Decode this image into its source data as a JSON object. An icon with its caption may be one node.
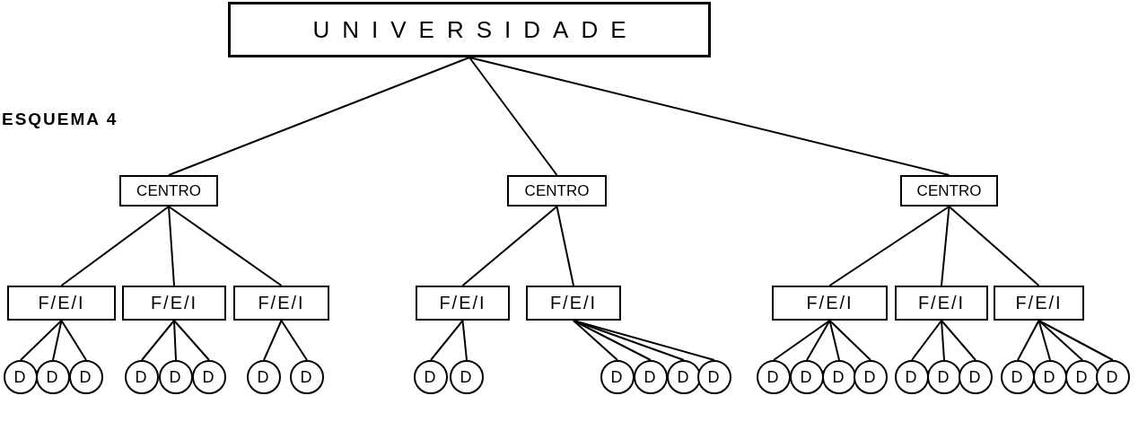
{
  "diagram": {
    "title": "ESQUEMA 4",
    "nodes": [
      {
        "text": [
          "UNIVERSIDADE"
        ]
      },
      {
        "text": [
          "CENTRO"
        ]
      },
      {
        "text": [
          "CENTRO"
        ]
      },
      {
        "text": [
          "CENTRO"
        ]
      },
      {
        "text": [
          "F/E/I"
        ]
      },
      {
        "text": [
          "F/E/I"
        ]
      },
      {
        "text": [
          "F/E/I"
        ]
      },
      {
        "text": [
          "F/E/I"
        ]
      },
      {
        "text": [
          "F/E/I"
        ]
      },
      {
        "text": [
          "F/E/I"
        ]
      },
      {
        "text": [
          "F/E/I"
        ]
      },
      {
        "text": [
          "F/E/I"
        ]
      },
      {
        "text": [
          "D"
        ]
      },
      {
        "text": [
          "D"
        ]
      },
      {
        "text": [
          "D"
        ]
      },
      {
        "text": [
          "D"
        ]
      },
      {
        "text": [
          "D"
        ]
      },
      {
        "text": [
          "D"
        ]
      },
      {
        "text": [
          "D"
        ]
      },
      {
        "text": [
          "D"
        ]
      },
      {
        "text": [
          "D"
        ]
      },
      {
        "text": [
          "D"
        ]
      },
      {
        "text": [
          "D"
        ]
      },
      {
        "text": [
          "D"
        ]
      },
      {
        "text": [
          "D"
        ]
      },
      {
        "text": [
          "D"
        ]
      },
      {
        "text": [
          "D"
        ]
      },
      {
        "text": [
          "D"
        ]
      },
      {
        "text": [
          "D"
        ]
      },
      {
        "text": [
          "D"
        ]
      },
      {
        "text": [
          "D"
        ]
      },
      {
        "text": [
          "D"
        ]
      },
      {
        "text": [
          "D"
        ]
      },
      {
        "text": [
          "D"
        ]
      },
      {
        "text": [
          "D"
        ]
      },
      {
        "text": [
          "D"
        ]
      },
      {
        "text": [
          "D"
        ]
      }
    ],
    "edges": [
      {
        "from": 0,
        "to": 1,
        "arrow": "none"
      },
      {
        "from": 0,
        "to": 2,
        "arrow": "none"
      },
      {
        "from": 0,
        "to": 3,
        "arrow": "none"
      },
      {
        "from": 1,
        "to": 4,
        "arrow": "none"
      },
      {
        "from": 1,
        "to": 5,
        "arrow": "none"
      },
      {
        "from": 1,
        "to": 6,
        "arrow": "none"
      },
      {
        "from": 2,
        "to": 7,
        "arrow": "none"
      },
      {
        "from": 2,
        "to": 8,
        "arrow": "none"
      },
      {
        "from": 3,
        "to": 9,
        "arrow": "none"
      },
      {
        "from": 3,
        "to": 10,
        "arrow": "none"
      },
      {
        "from": 3,
        "to": 11,
        "arrow": "none"
      },
      {
        "from": 4,
        "to": 12,
        "arrow": "none"
      },
      {
        "from": 4,
        "to": 13,
        "arrow": "none"
      },
      {
        "from": 4,
        "to": 14,
        "arrow": "none"
      },
      {
        "from": 5,
        "to": 15,
        "arrow": "none"
      },
      {
        "from": 5,
        "to": 16,
        "arrow": "none"
      },
      {
        "from": 5,
        "to": 17,
        "arrow": "none"
      },
      {
        "from": 6,
        "to": 18,
        "arrow": "none"
      },
      {
        "from": 6,
        "to": 19,
        "arrow": "none"
      },
      {
        "from": 7,
        "to": 20,
        "arrow": "none"
      },
      {
        "from": 7,
        "to": 21,
        "arrow": "none"
      },
      {
        "from": 8,
        "to": 22,
        "arrow": "none"
      },
      {
        "from": 8,
        "to": 23,
        "arrow": "none"
      },
      {
        "from": 8,
        "to": 24,
        "arrow": "none"
      },
      {
        "from": 8,
        "to": 25,
        "arrow": "none"
      },
      {
        "from": 9,
        "to": 26,
        "arrow": "none"
      },
      {
        "from": 9,
        "to": 27,
        "arrow": "none"
      },
      {
        "from": 9,
        "to": 28,
        "arrow": "none"
      },
      {
        "from": 9,
        "to": 29,
        "arrow": "none"
      },
      {
        "from": 10,
        "to": 30,
        "arrow": "none"
      },
      {
        "from": 10,
        "to": 31,
        "arrow": "none"
      },
      {
        "from": 10,
        "to": 32,
        "arrow": "none"
      },
      {
        "from": 11,
        "to": 33,
        "arrow": "none"
      },
      {
        "from": 11,
        "to": 34,
        "arrow": "none"
      },
      {
        "from": 11,
        "to": 35,
        "arrow": "none"
      },
      {
        "from": 11,
        "to": 36,
        "arrow": "none"
      }
    ]
  }
}
